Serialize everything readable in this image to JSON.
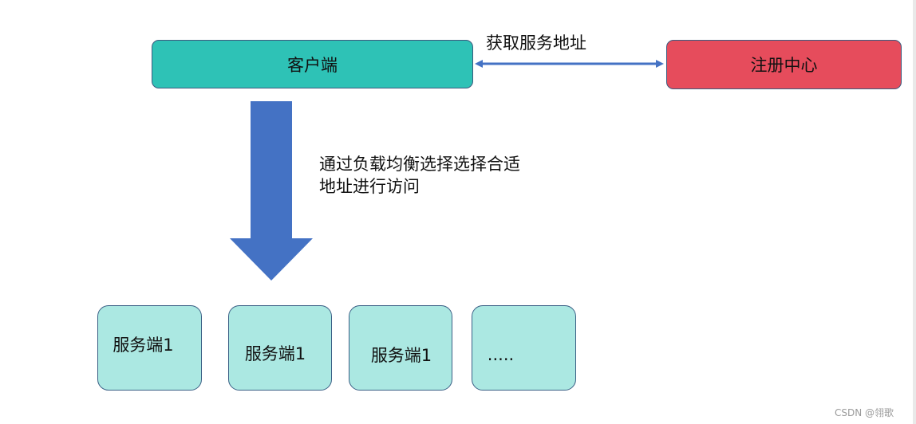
{
  "diagram": {
    "client": {
      "label": "客户端"
    },
    "registry": {
      "label": "注册中心"
    },
    "fetch_address_label": "获取服务地址",
    "load_balance_label": {
      "line1": "通过负载均衡选择选择合适",
      "line2": "地址进行访问"
    },
    "servers": [
      {
        "label": "服务端1"
      },
      {
        "label": "服务端1"
      },
      {
        "label": "服务端1"
      },
      {
        "label": "....."
      }
    ]
  },
  "watermark": "CSDN @翎歌",
  "colors": {
    "client_fill": "#2ec2b6",
    "registry_fill": "#e64c5c",
    "server_fill": "#abe8e2",
    "arrow_fill": "#4472c4",
    "border": "#3c5a7e"
  }
}
